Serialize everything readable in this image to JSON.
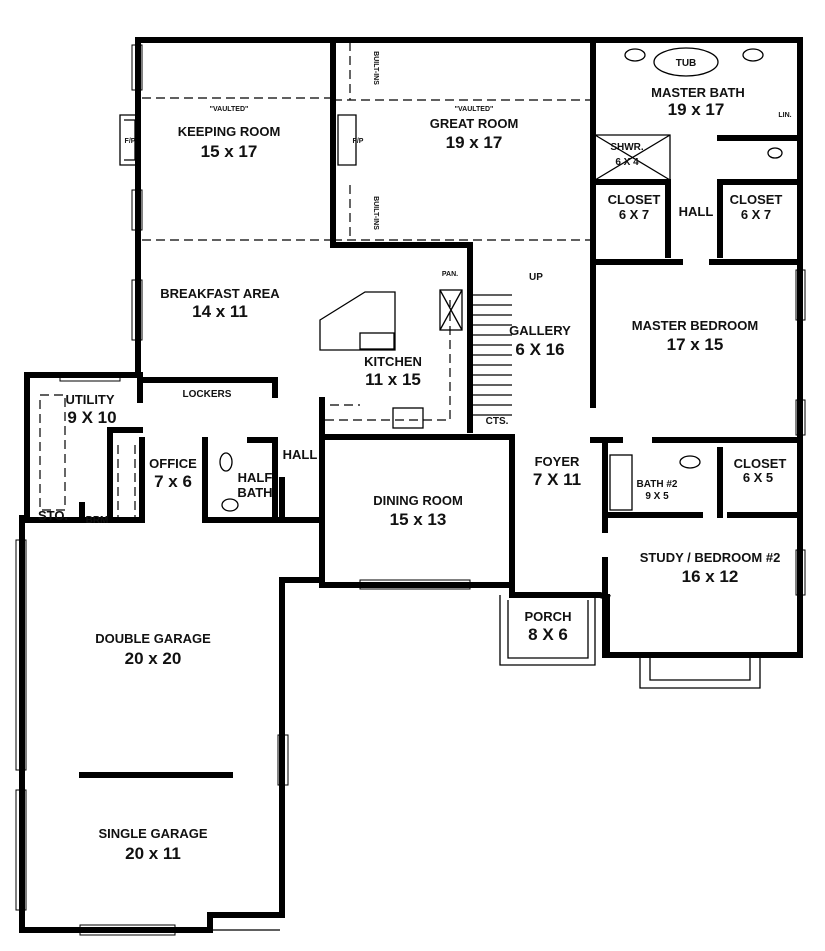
{
  "rooms": {
    "keeping": {
      "note": "\"VAULTED\"",
      "name": "KEEPING ROOM",
      "size": "15 x 17",
      "fp": "F/P"
    },
    "great": {
      "note": "\"VAULTED\"",
      "name": "GREAT ROOM",
      "size": "19 x 17",
      "fp": "F/P",
      "builtins": "BUILT-INS"
    },
    "master_bath": {
      "name": "MASTER BATH",
      "size": "19 x 17",
      "tub": "TUB",
      "linen": "LIN."
    },
    "shower": {
      "name": "SHWR.",
      "size": "6 X 4"
    },
    "closet_left": {
      "name": "CLOSET",
      "size": "6 X 7"
    },
    "closet_right": {
      "name": "CLOSET",
      "size": "6 X 7"
    },
    "hall_master": {
      "name": "HALL"
    },
    "breakfast": {
      "name": "BREAKFAST AREA",
      "size": "14 x 11"
    },
    "kitchen": {
      "name": "KITCHEN",
      "size": "11 x 15",
      "pantry": "PAN."
    },
    "stairs": {
      "label": "UP"
    },
    "gallery": {
      "name": "GALLERY",
      "size": "6 X 16",
      "cts": "CTS."
    },
    "master_bedroom": {
      "name": "MASTER BEDROOM",
      "size": "17 x 15"
    },
    "utility": {
      "name": "UTILITY",
      "size": "9 X 10"
    },
    "lockers": {
      "name": "LOCKERS"
    },
    "office": {
      "name": "OFFICE",
      "size": "7 x 6"
    },
    "half_bath": {
      "line1": "HALF",
      "line2": "BATH"
    },
    "hall_main": {
      "name": "HALL"
    },
    "storage": {
      "name": "STO."
    },
    "broom": {
      "name": "BRM"
    },
    "dining": {
      "name": "DINING ROOM",
      "size": "15 x 13"
    },
    "foyer": {
      "name": "FOYER",
      "size": "7 X 11"
    },
    "bath2": {
      "name": "BATH #2",
      "size": "9 X 5"
    },
    "closet_study": {
      "name": "CLOSET",
      "size": "6 X 5"
    },
    "study": {
      "name": "STUDY / BEDROOM #2",
      "size": "16 x 12"
    },
    "porch": {
      "name": "PORCH",
      "size": "8 X 6"
    },
    "double_garage": {
      "name": "DOUBLE GARAGE",
      "size": "20 x 20"
    },
    "single_garage": {
      "name": "SINGLE GARAGE",
      "size": "20 x 11"
    }
  }
}
